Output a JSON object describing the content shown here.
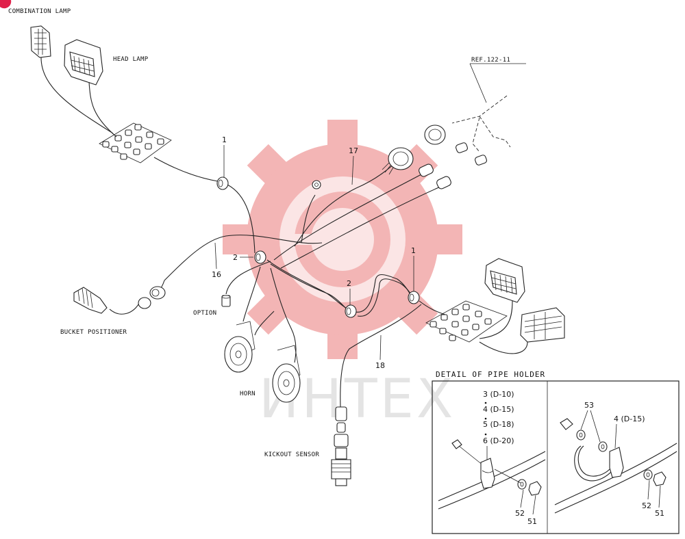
{
  "labels": {
    "combination_lamp": "COMBINATION LAMP",
    "head_lamp": "HEAD LAMP",
    "ref": "REF.122-11",
    "bucket_positioner": "BUCKET POSITIONER",
    "option": "OPTION",
    "horn": "HORN",
    "kickout_sensor": "KICKOUT SENSOR"
  },
  "callouts": {
    "c1_top": "1",
    "c1_right": "1",
    "c2_left": "2",
    "c2_mid": "2",
    "c16": "16",
    "c17": "17",
    "c18": "18"
  },
  "detail": {
    "title": "DETAIL OF PIPE HOLDER",
    "left_specs": [
      "3 (D-10)",
      "4 (D-15)",
      "5 (D-18)",
      "6 (D-20)"
    ],
    "right_spec": "4 (D-15)",
    "left_parts": [
      "52",
      "51"
    ],
    "right_parts": [
      "53",
      "52",
      "51"
    ]
  },
  "watermark": "ИНТЕХ",
  "colors": {
    "logo_red": "#f2a9a9",
    "line": "#222222",
    "watermark_gray": "#cfcfcf"
  }
}
